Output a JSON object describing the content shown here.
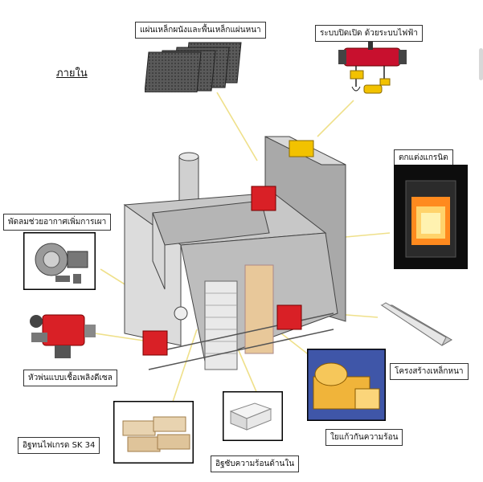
{
  "heading": "ภายใน",
  "labels": {
    "steel_plate": "แผ่นเหล็กผนังและพื้นเหล็กแผ่นหนา",
    "electric_door": "ระบบปิดเปิด ด้วยระบบไฟฟ้า",
    "granite_tile": "ตกแต่งแกรนิต",
    "blower": "พัดลมช่วยอากาศเพิ่มการเผา",
    "diesel_burner": "หัวพ่นแบบเชื้อเพลิงดีเซล",
    "steel_frame": "โครงสร้างเหล็กหนา",
    "fire_brick": "อิฐทนไฟเกรด SK 34",
    "insulation_brick": "อิฐซับความร้อนด้านใน",
    "ceramic_fiber": "ใยแก้วกันความร้อน"
  },
  "colors": {
    "burner_red": "#d92026",
    "hoist_red": "#c8102e",
    "hoist_yellow": "#f2c200",
    "furnace_gray": "#c7c7c7",
    "fiber_yellow": "#f0b43a",
    "leader_line": "#efe08a"
  }
}
